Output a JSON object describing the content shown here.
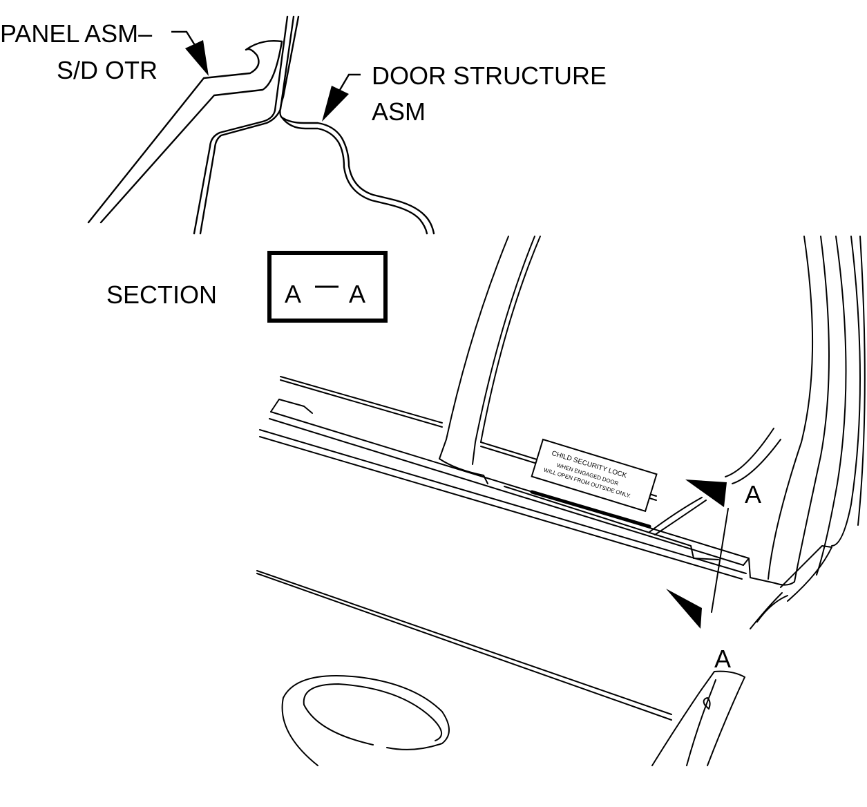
{
  "labels": {
    "panel_line1": "PANEL ASM–",
    "panel_line2": "S/D OTR",
    "door_line1": "DOOR STRUCTURE",
    "door_line2": "ASM",
    "section_word": "SECTION",
    "section_from": "A",
    "section_dash": "—",
    "section_to": "A",
    "cut_top": "A",
    "cut_bottom": "A"
  },
  "decal": {
    "title": "CHILD SECURITY LOCK",
    "line1": "WHEN ENGAGED DOOR",
    "line2": "WILL OPEN FROM OUTSIDE ONLY."
  }
}
